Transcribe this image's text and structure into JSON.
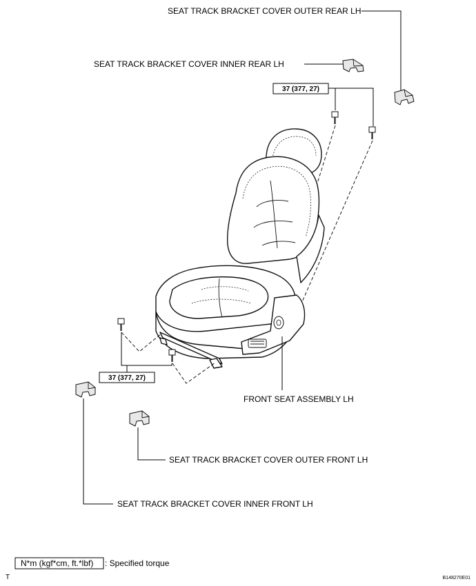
{
  "labels": {
    "outer_rear": "SEAT TRACK BRACKET COVER OUTER REAR LH",
    "inner_rear": "SEAT TRACK BRACKET COVER INNER REAR LH",
    "seat_assembly": "FRONT SEAT ASSEMBLY LH",
    "outer_front": "SEAT TRACK BRACKET COVER OUTER FRONT LH",
    "inner_front": "SEAT TRACK BRACKET COVER INNER FRONT LH"
  },
  "torque": {
    "rear": "37 (377, 27)",
    "front": "37 (377, 27)"
  },
  "legend": {
    "unit": "N*m (kgf*cm, ft.*lbf)",
    "text": ": Specified torque"
  },
  "footer": {
    "left_mark": "T",
    "figure_id": "B148270E01"
  },
  "icons": {
    "seat": "seat-icon",
    "bolt": "bolt-icon",
    "cover": "bracket-cover-icon"
  }
}
